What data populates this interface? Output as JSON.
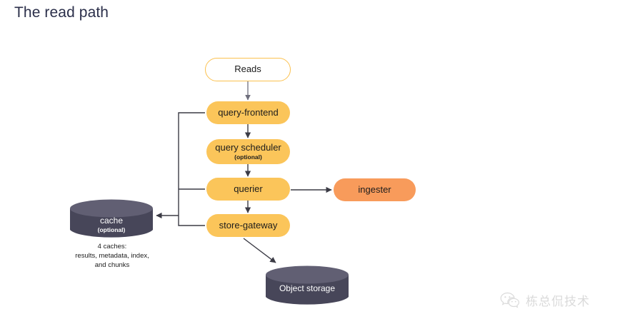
{
  "page": {
    "title": "The read path",
    "background_color": "#ffffff",
    "title_color": "#2b2f4a"
  },
  "palette": {
    "node_amber": "#fbc55a",
    "node_orange": "#f89b5b",
    "node_white": "#ffffff",
    "node_white_border": "#fbc14f",
    "cylinder_body": "#474659",
    "cylinder_top": "#615f73",
    "edge": "#3b3b45",
    "edge_light": "#6e6e7c",
    "text_dark": "#1c1c1c",
    "text_light": "#ffffff"
  },
  "diagram": {
    "type": "flowchart",
    "nodes": [
      {
        "id": "reads",
        "label": "Reads",
        "sublabel": "",
        "shape": "pill",
        "style": "outline"
      },
      {
        "id": "query-frontend",
        "label": "query-frontend",
        "sublabel": "",
        "shape": "pill",
        "style": "amber"
      },
      {
        "id": "query-scheduler",
        "label": "query scheduler",
        "sublabel": "(optional)",
        "shape": "pill",
        "style": "amber"
      },
      {
        "id": "querier",
        "label": "querier",
        "sublabel": "",
        "shape": "pill",
        "style": "amber"
      },
      {
        "id": "store-gateway",
        "label": "store-gateway",
        "sublabel": "",
        "shape": "pill",
        "style": "amber"
      },
      {
        "id": "ingester",
        "label": "ingester",
        "sublabel": "",
        "shape": "pill",
        "style": "orange"
      },
      {
        "id": "cache",
        "label": "cache",
        "sublabel": "(optional)",
        "shape": "cylinder",
        "style": "slate"
      },
      {
        "id": "object-storage",
        "label": "Object storage",
        "sublabel": "",
        "shape": "cylinder",
        "style": "slate"
      }
    ],
    "edges": [
      {
        "from": "reads",
        "to": "query-frontend"
      },
      {
        "from": "query-frontend",
        "to": "query-scheduler"
      },
      {
        "from": "query-scheduler",
        "to": "querier"
      },
      {
        "from": "querier",
        "to": "store-gateway"
      },
      {
        "from": "querier",
        "to": "ingester"
      },
      {
        "from": "store-gateway",
        "to": "object-storage"
      },
      {
        "from": "query-frontend",
        "to": "cache"
      },
      {
        "from": "querier",
        "to": "cache"
      },
      {
        "from": "store-gateway",
        "to": "cache"
      }
    ],
    "cache_caption": {
      "line1": "4 caches:",
      "line2": "results, metadata, index,",
      "line3": "and chunks"
    }
  },
  "watermark": {
    "icon": "wechat-icon",
    "text": "栋总侃技术"
  }
}
